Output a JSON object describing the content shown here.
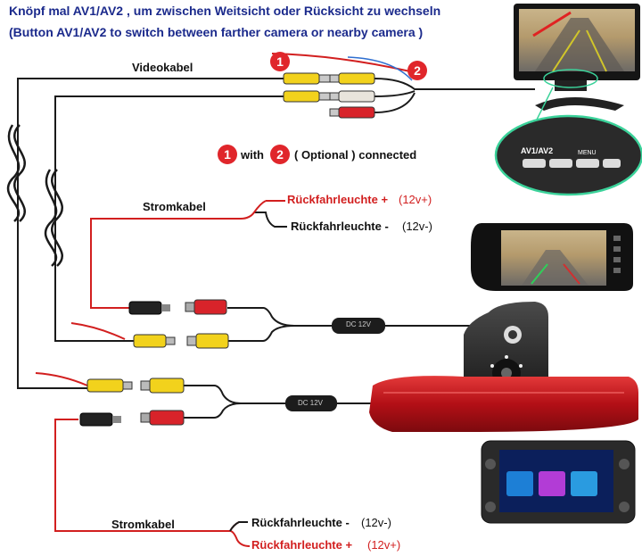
{
  "header": {
    "title_de": "Knöpf mal AV1/AV2 , um zwischen Weitsicht oder Rücksicht zu wechseln",
    "title_en": "(Button AV1/AV2 to switch between farther camera or nearby camera )"
  },
  "cables": {
    "video": "Videokabel",
    "power_top": "Stromkabel",
    "power_bottom": "Stromkabel"
  },
  "badges": {
    "one": "1",
    "two": "2"
  },
  "optional_note": {
    "with": "with",
    "text": "( Optional ) connected"
  },
  "power_top": {
    "plus_label": "Rückfahrleuchte +",
    "plus_value": "(12v+)",
    "minus_label": "Rückfahrleuchte -",
    "minus_value": "(12v-)"
  },
  "power_bottom": {
    "minus_label": "Rückfahrleuchte -",
    "minus_value": "(12v-)",
    "plus_label": "Rückfahrleuchte +",
    "plus_value": "(12v+)"
  },
  "monitor": {
    "buttons_label": "AV1/AV2",
    "menu_label": "MENU"
  },
  "inline_label": "DC 12V",
  "colors": {
    "title": "#1b2a8c",
    "red_wire": "#d21f1f",
    "yellow_rca": "#f2d21c",
    "white_rca": "#e8e4dc",
    "red_rca": "#d8232a",
    "badge": "#e0262b",
    "brake_light": "#c8141c"
  }
}
